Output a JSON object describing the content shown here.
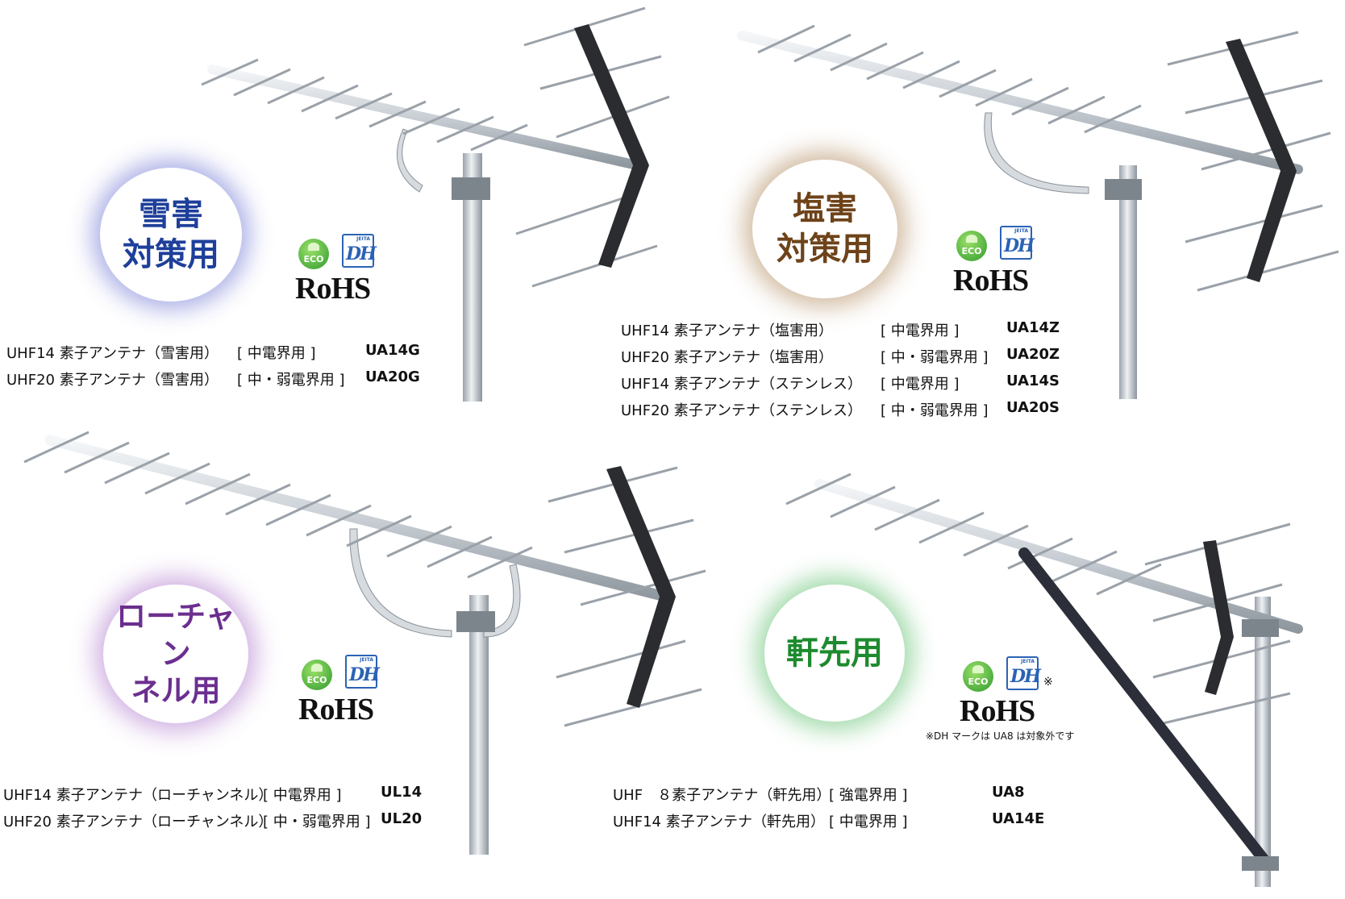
{
  "badges": {
    "snow": "雪害\n対策用",
    "salt": "塩害\n対策用",
    "low": "ローチャン\nネル用",
    "eave": "軒先用"
  },
  "logos": {
    "eco": "ECO",
    "jeita": "JEITA",
    "dh": "DH",
    "rohs": "RoHS",
    "mark": "※"
  },
  "note": "※DH マークは UA8 は対象外です",
  "lists": {
    "snow": [
      {
        "name": "UHF14 素子アンテナ（雪害用）",
        "band": "[ 中電界用 ]",
        "code": "UA14G"
      },
      {
        "name": "UHF20 素子アンテナ（雪害用）",
        "band": "[ 中・弱電界用 ]",
        "code": "UA20G"
      }
    ],
    "salt": [
      {
        "name": "UHF14 素子アンテナ（塩害用）",
        "band": "[ 中電界用 ]",
        "code": "UA14Z"
      },
      {
        "name": "UHF20 素子アンテナ（塩害用）",
        "band": "[ 中・弱電界用 ]",
        "code": "UA20Z"
      },
      {
        "name": "UHF14 素子アンテナ（ステンレス）",
        "band": "[ 中電界用 ]",
        "code": "UA14S"
      },
      {
        "name": "UHF20 素子アンテナ（ステンレス）",
        "band": "[ 中・弱電界用 ]",
        "code": "UA20S"
      }
    ],
    "low": [
      {
        "name": "UHF14 素子アンテナ（ローチャンネル）",
        "band": "[ 中電界用 ]",
        "code": "UL14"
      },
      {
        "name": "UHF20 素子アンテナ（ローチャンネル）",
        "band": "[ 中・弱電界用 ]",
        "code": "UL20"
      }
    ],
    "eave": [
      {
        "name": "UHF　８素子アンテナ（軒先用）",
        "band": "[ 強電界用 ]",
        "code": "UA8"
      },
      {
        "name": "UHF14 素子アンテナ（軒先用）",
        "band": "[ 中電界用 ]",
        "code": "UA14E"
      }
    ]
  }
}
